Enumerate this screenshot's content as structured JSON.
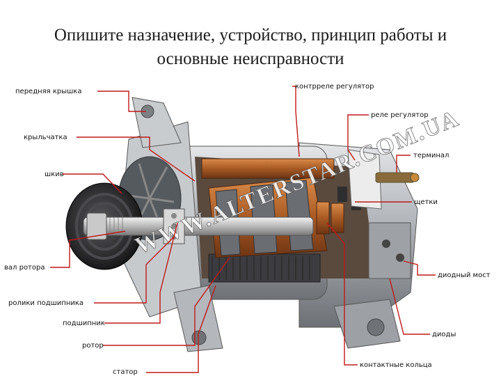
{
  "slide": {
    "title_line1": "Опишите назначение, устройство, принцип работы и",
    "title_line2": "основные неисправности"
  },
  "diagram": {
    "watermark": "WWW.ALTERSTAR.COM.UA",
    "labels_left": [
      "передняя крышка",
      "крыльчатка",
      "шкив",
      "вал ротора",
      "ролики подшипника",
      "подшипник",
      "ротор",
      "статор"
    ],
    "labels_right": [
      "контрреле регулятор",
      "реле регулятор",
      "терминал",
      "щетки",
      "диодный мост",
      "диоды",
      "контактные кольца"
    ],
    "colors": {
      "leader": "#c01818",
      "housing": "#b9bcc0",
      "copper": "#b8682e",
      "text": "#111111"
    }
  }
}
